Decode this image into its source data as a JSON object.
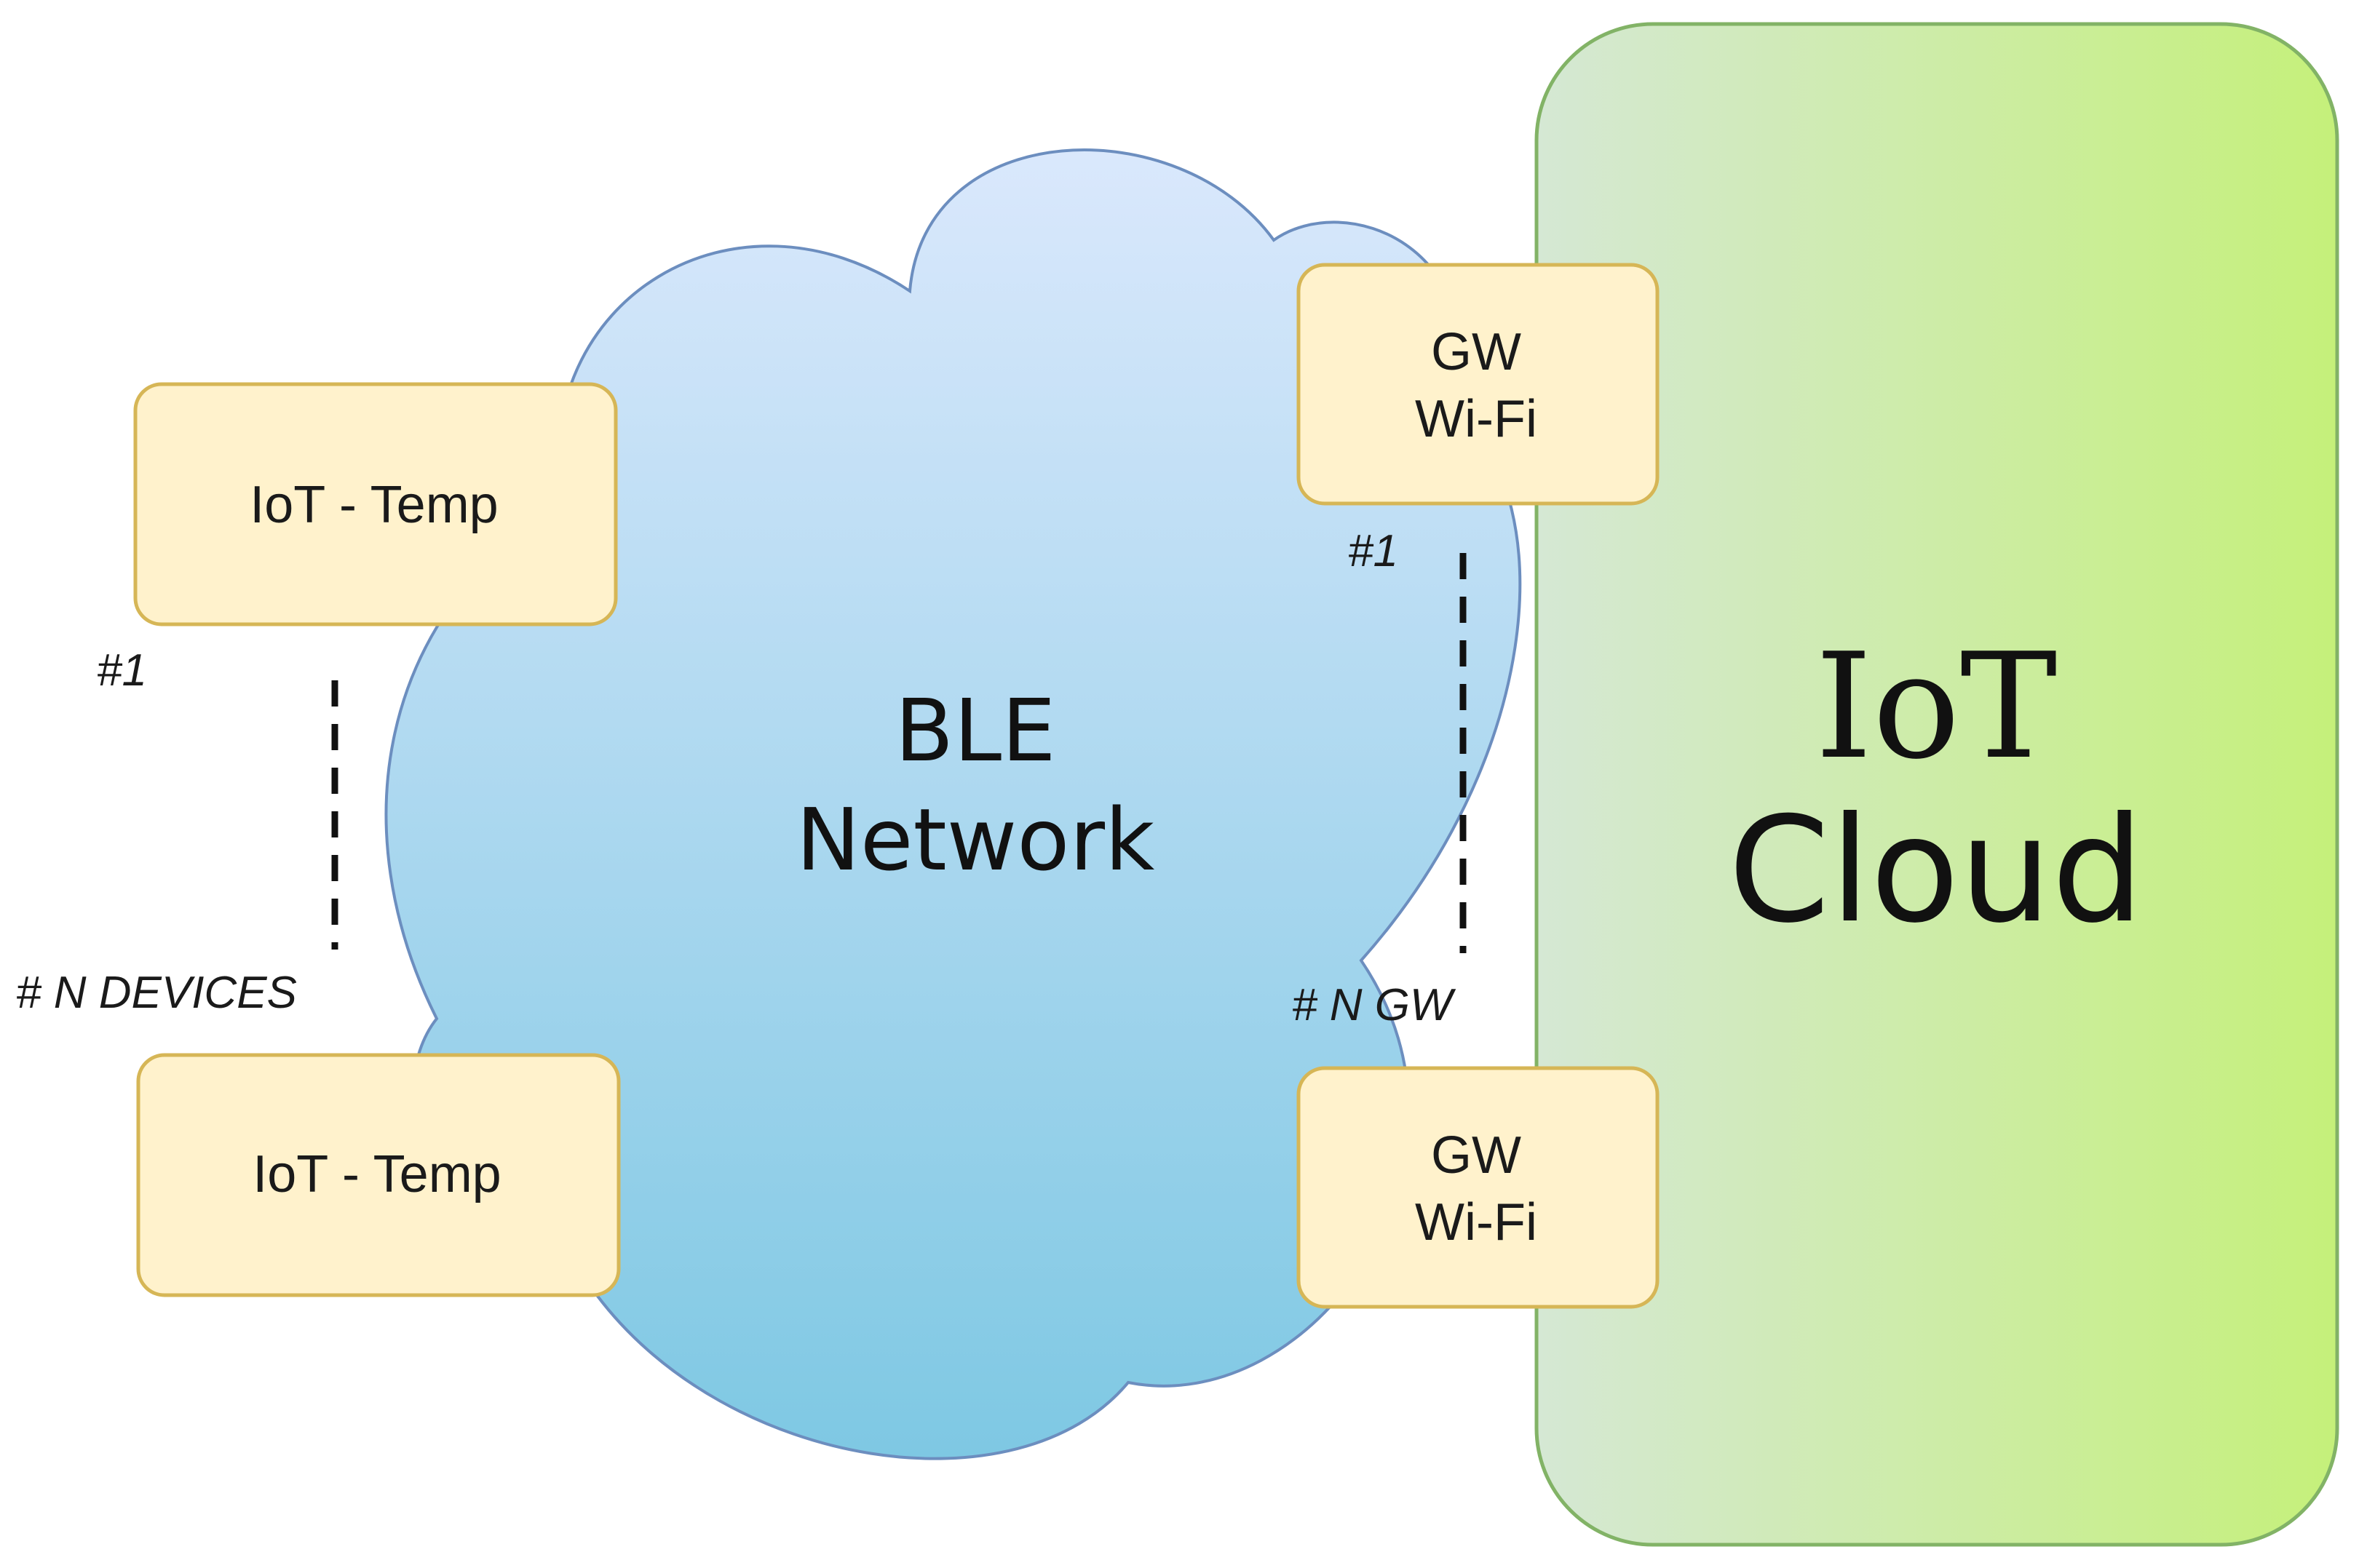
{
  "colors": {
    "device_fill": "#fff2cc",
    "device_stroke": "#d6b656",
    "cloud_top": "#dae8fc",
    "cloud_bottom": "#7ec8e3",
    "cloud_stroke": "#6c8ebf",
    "iot_cloud_left": "#d5e8d4",
    "iot_cloud_right": "#c5f07a",
    "iot_cloud_stroke": "#82b366",
    "dashed_line": "#111111"
  },
  "ble_network": {
    "line1": "BLE",
    "line2": "Network"
  },
  "iot_cloud": {
    "line1": "IoT",
    "line2": "Cloud"
  },
  "devices": {
    "top": {
      "label": "IoT - Temp"
    },
    "bottom": {
      "label": "IoT - Temp"
    },
    "count_first": "#1",
    "count_last": "# N DEVICES"
  },
  "gateways": {
    "top": {
      "line1": "GW",
      "line2": "Wi-Fi"
    },
    "bottom": {
      "line1": "GW",
      "line2": "Wi-Fi"
    },
    "count_first": "#1",
    "count_last": "# N GW"
  }
}
